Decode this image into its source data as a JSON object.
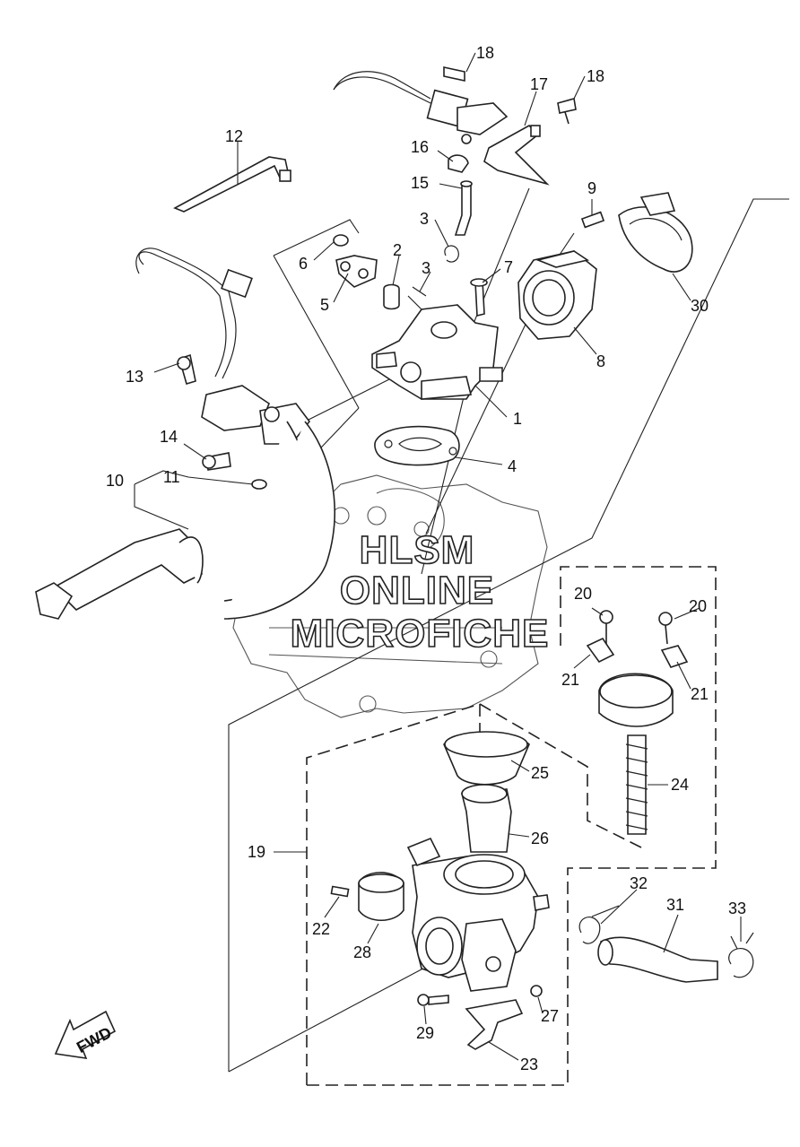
{
  "watermark": {
    "line1": "HLSM",
    "line2": "ONLINE",
    "line3": "MICROFICHE"
  },
  "fwd_arrow": {
    "text": "FWD"
  },
  "callouts": [
    {
      "key": "c1",
      "text": "1"
    },
    {
      "key": "c2",
      "text": "2"
    },
    {
      "key": "c3a",
      "text": "3"
    },
    {
      "key": "c3b",
      "text": "3"
    },
    {
      "key": "c4",
      "text": "4"
    },
    {
      "key": "c5",
      "text": "5"
    },
    {
      "key": "c6",
      "text": "6"
    },
    {
      "key": "c7",
      "text": "7"
    },
    {
      "key": "c8",
      "text": "8"
    },
    {
      "key": "c9",
      "text": "9"
    },
    {
      "key": "c10",
      "text": "10"
    },
    {
      "key": "c11",
      "text": "11"
    },
    {
      "key": "c12",
      "text": "12"
    },
    {
      "key": "c13",
      "text": "13"
    },
    {
      "key": "c14",
      "text": "14"
    },
    {
      "key": "c15",
      "text": "15"
    },
    {
      "key": "c16",
      "text": "16"
    },
    {
      "key": "c17",
      "text": "17"
    },
    {
      "key": "c18a",
      "text": "18"
    },
    {
      "key": "c18b",
      "text": "18"
    },
    {
      "key": "c19",
      "text": "19"
    },
    {
      "key": "c20a",
      "text": "20"
    },
    {
      "key": "c20b",
      "text": "20"
    },
    {
      "key": "c21a",
      "text": "21"
    },
    {
      "key": "c21b",
      "text": "21"
    },
    {
      "key": "c22",
      "text": "22"
    },
    {
      "key": "c23",
      "text": "23"
    },
    {
      "key": "c24",
      "text": "24"
    },
    {
      "key": "c25",
      "text": "25"
    },
    {
      "key": "c26",
      "text": "26"
    },
    {
      "key": "c27",
      "text": "27"
    },
    {
      "key": "c28",
      "text": "28"
    },
    {
      "key": "c29",
      "text": "29"
    },
    {
      "key": "c30",
      "text": "30"
    },
    {
      "key": "c31",
      "text": "31"
    },
    {
      "key": "c32",
      "text": "32"
    },
    {
      "key": "c33",
      "text": "33"
    }
  ]
}
